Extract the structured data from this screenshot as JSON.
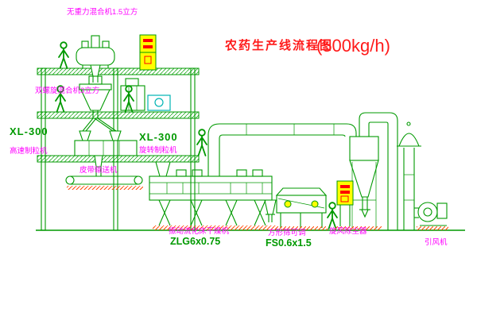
{
  "title": {
    "name": "农药生产线流程图",
    "capacity": "(500kg/h)"
  },
  "labels": {
    "gravity_mixer": "无重力混合机1.5立方",
    "cone_mixer": "双螺旋混合机3立方",
    "granulator_left_model": "XL-300",
    "granulator_left_name": "高速制粒机",
    "granulator_mid_model": "XL-300",
    "granulator_mid_name": "旋转制粒机",
    "belt_conveyor": "皮带输送机",
    "dryer_name": "振动流化床干燥机",
    "dryer_model": "ZLG6x0.75",
    "sifter_name": "方形筛可调",
    "sifter_model": "FS0.6x1.5",
    "cyclone": "旋风除尘器",
    "fan": "引风机"
  },
  "colors": {
    "line_green": "#009900",
    "label_magenta": "#ff00ff",
    "title_red": "#ff1a1a",
    "cabinet_yellow": "#ffff00",
    "accent_cyan": "#00b4b4",
    "foundation_hatch_red": "#ff4400"
  }
}
